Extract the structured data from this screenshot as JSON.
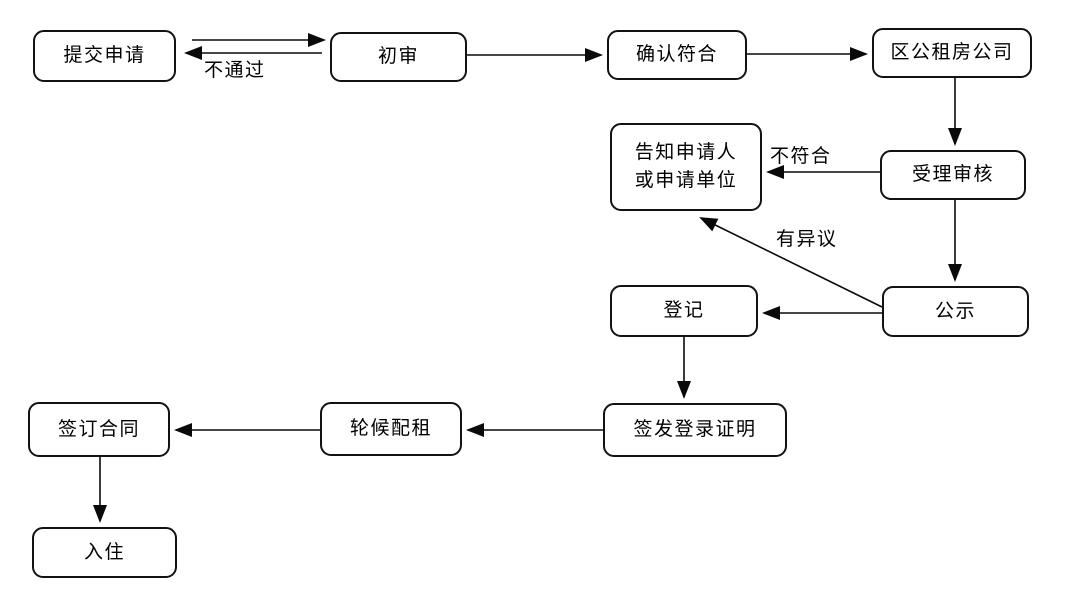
{
  "diagram": {
    "type": "flowchart",
    "background": "#ffffff",
    "line_color": "#000000",
    "text_color": "#000000",
    "nodes": [
      {
        "id": "submit",
        "label": "提交申请"
      },
      {
        "id": "initial",
        "label": "初审"
      },
      {
        "id": "confirm",
        "label": "确认符合"
      },
      {
        "id": "district",
        "label": "区公租房公司"
      },
      {
        "id": "notify",
        "label": "告知申请人\n或申请单位"
      },
      {
        "id": "accept",
        "label": "受理审核"
      },
      {
        "id": "publicity",
        "label": "公示"
      },
      {
        "id": "register",
        "label": "登记"
      },
      {
        "id": "issue",
        "label": "签发登录证明"
      },
      {
        "id": "waitlist",
        "label": "轮候配租"
      },
      {
        "id": "contract",
        "label": "签订合同"
      },
      {
        "id": "movein",
        "label": "入住"
      }
    ],
    "edge_labels": {
      "not_passed": "不通过",
      "not_eligible": "不符合",
      "objection": "有异议"
    },
    "edges": [
      {
        "from": "提交申请",
        "to": "初审",
        "label": ""
      },
      {
        "from": "初审",
        "to": "提交申请",
        "label": "不通过"
      },
      {
        "from": "初审",
        "to": "确认符合",
        "label": ""
      },
      {
        "from": "确认符合",
        "to": "区公租房公司",
        "label": ""
      },
      {
        "from": "区公租房公司",
        "to": "受理审核",
        "label": ""
      },
      {
        "from": "受理审核",
        "to": "告知申请人或申请单位",
        "label": "不符合"
      },
      {
        "from": "受理审核",
        "to": "公示",
        "label": ""
      },
      {
        "from": "公示",
        "to": "告知申请人或申请单位",
        "label": "有异议"
      },
      {
        "from": "公示",
        "to": "登记",
        "label": ""
      },
      {
        "from": "登记",
        "to": "签发登录证明",
        "label": ""
      },
      {
        "from": "签发登录证明",
        "to": "轮候配租",
        "label": ""
      },
      {
        "from": "轮候配租",
        "to": "签订合同",
        "label": ""
      },
      {
        "from": "签订合同",
        "to": "入住",
        "label": ""
      }
    ]
  }
}
